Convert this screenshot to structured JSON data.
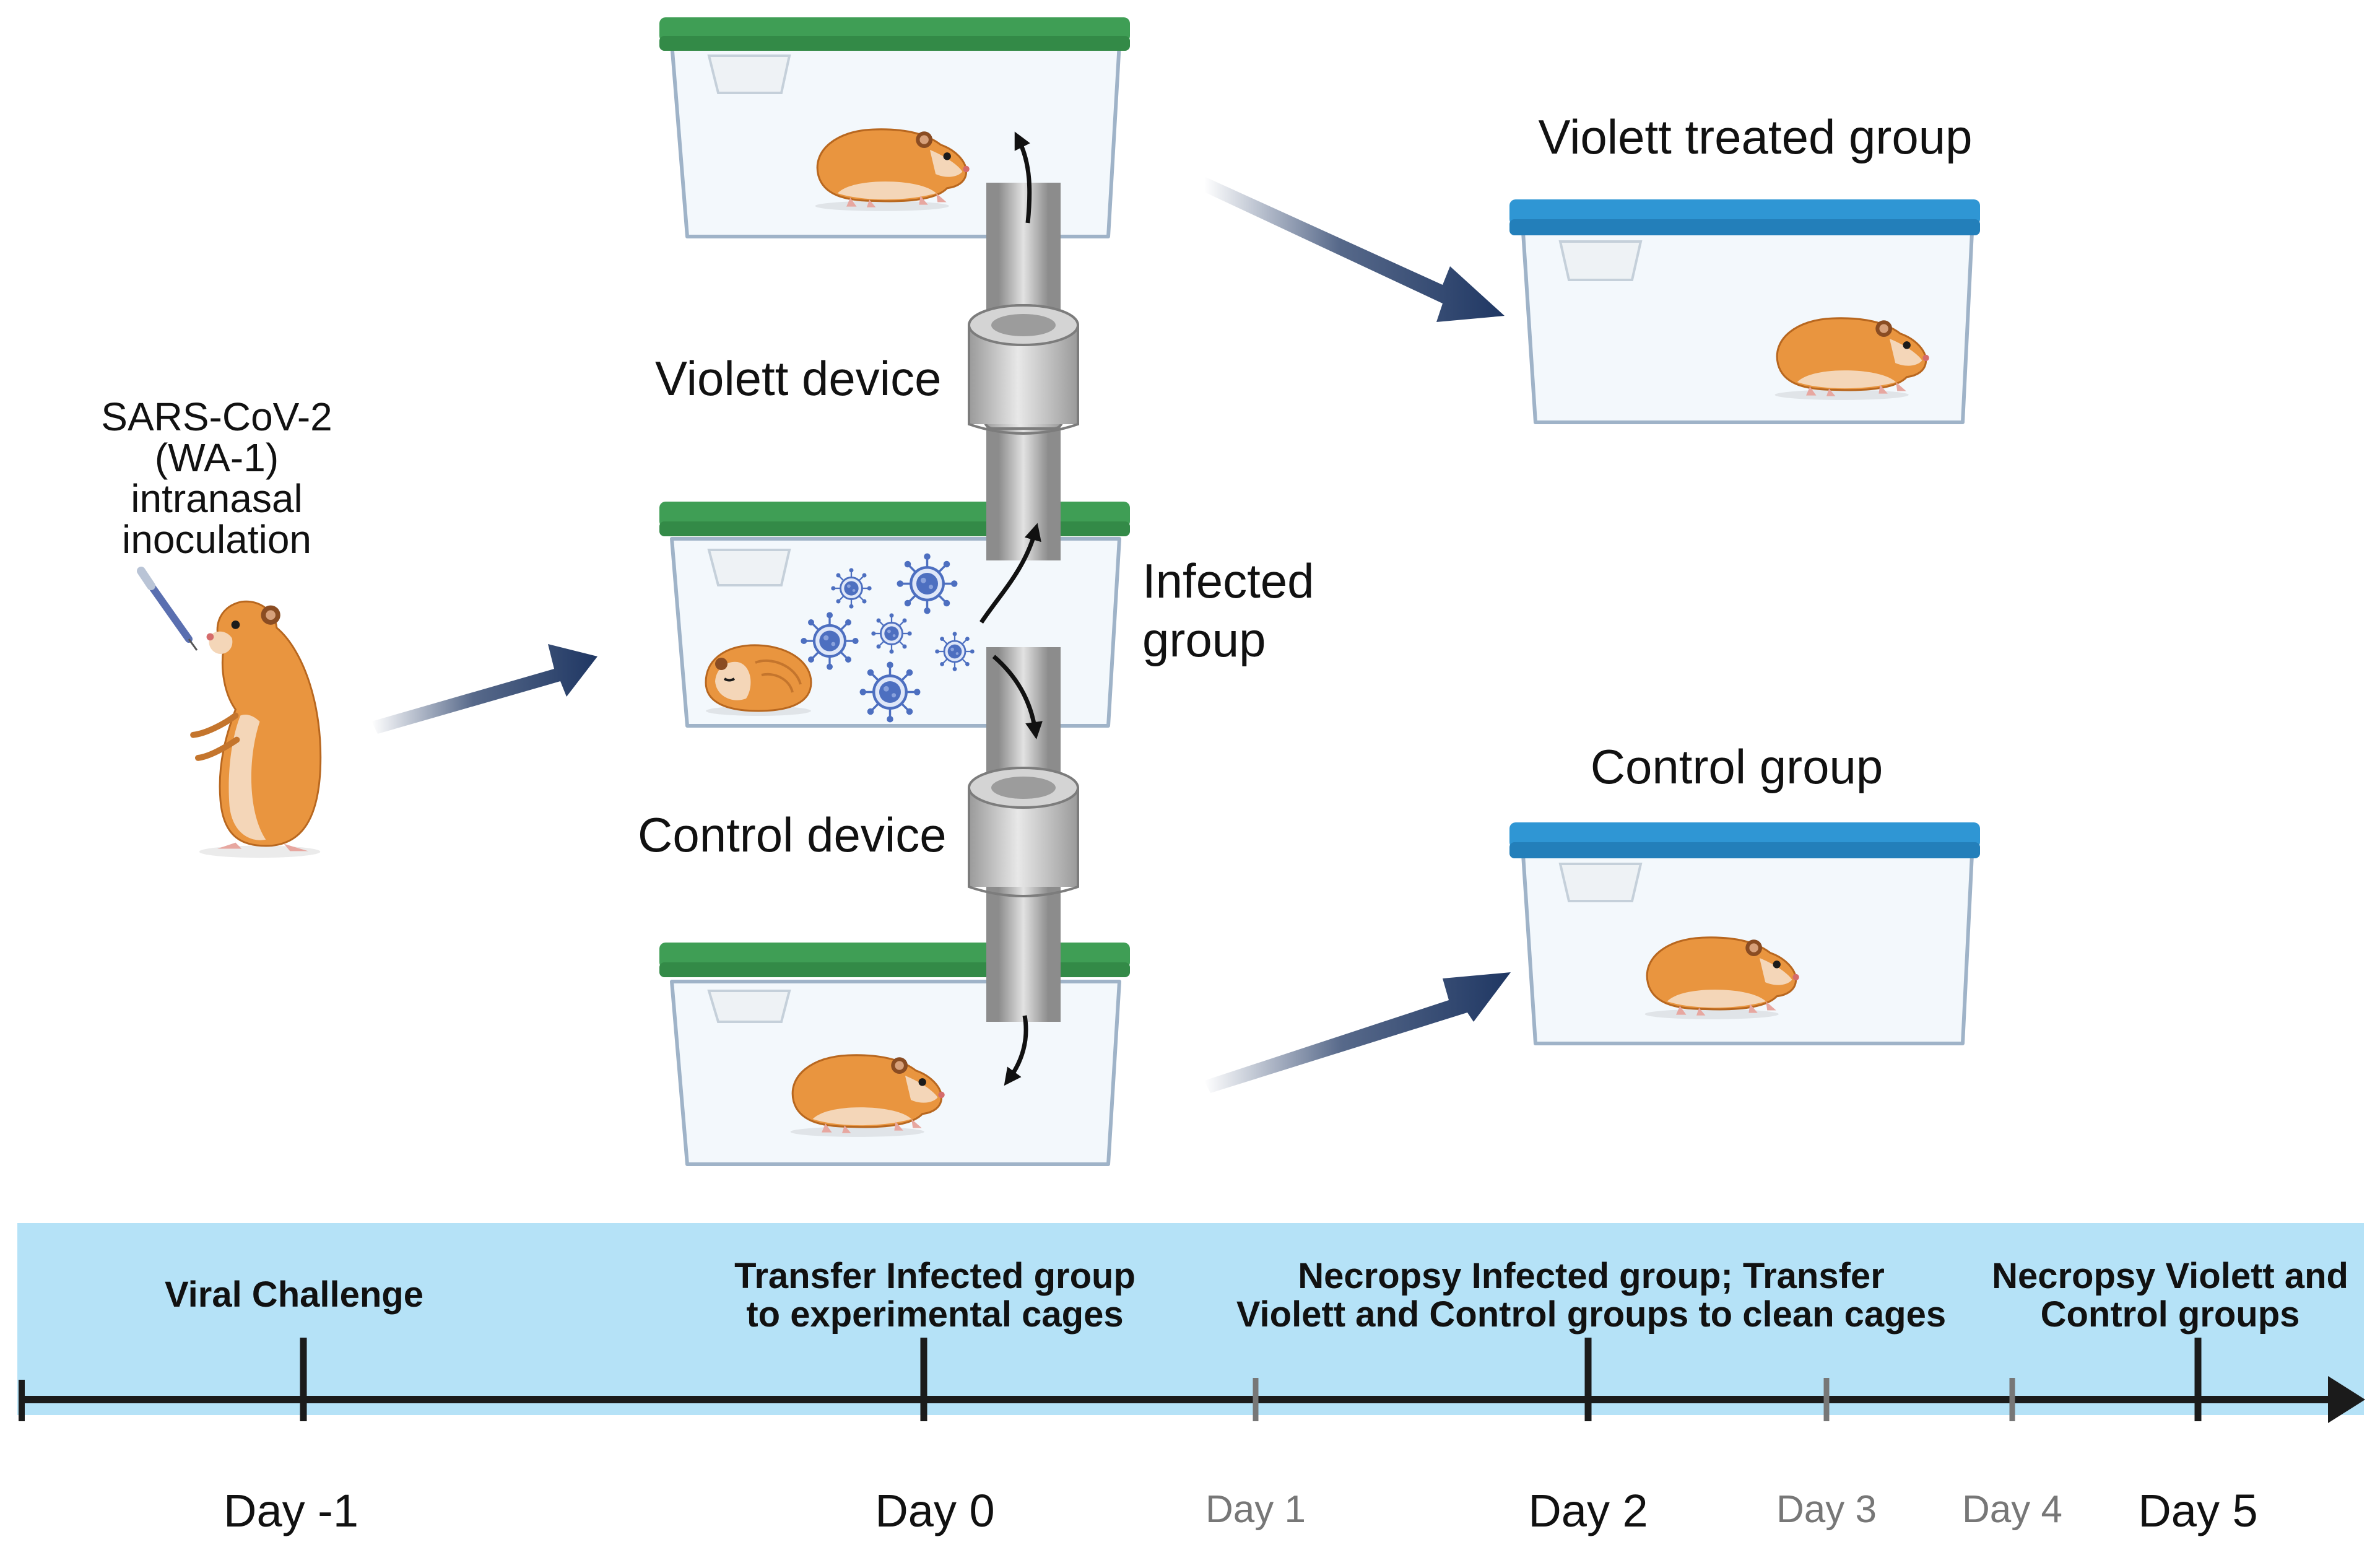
{
  "labels": {
    "inoculation": [
      "SARS-CoV-2",
      "(WA-1)",
      "intranasal",
      "inoculation"
    ],
    "violett_device": "Violett device",
    "control_device": "Control device",
    "infected_group": [
      "Infected",
      "group"
    ],
    "violett_treated_group": "Violett treated group",
    "control_group": "Control group"
  },
  "timeline": {
    "events": [
      {
        "lines": [
          "Viral Challenge"
        ]
      },
      {
        "lines": [
          "Transfer Infected group",
          "to experimental cages"
        ]
      },
      {
        "lines": [
          "Necropsy Infected group; Transfer",
          "Violett and Control groups to clean cages"
        ]
      },
      {
        "lines": [
          "Necropsy Violett and",
          "Control groups"
        ]
      }
    ],
    "days": [
      {
        "label": "Day -1",
        "major": true
      },
      {
        "label": "Day 0",
        "major": true
      },
      {
        "label": "Day 1",
        "major": false
      },
      {
        "label": "Day 2",
        "major": true
      },
      {
        "label": "Day 3",
        "major": false
      },
      {
        "label": "Day 4",
        "major": false
      },
      {
        "label": "Day 5",
        "major": true
      }
    ]
  },
  "colors": {
    "green_lid": "#3f9e55",
    "blue_lid": "#2f96d4",
    "cage_body": "#f3f8fc",
    "cage_edge": "#9fb3c8",
    "hamster": "#e9953f",
    "hamster_belly": "#f4d6b8",
    "virus": "#4d6fc0",
    "arrow_navy": "#1f3763",
    "tube": "#a9a9a9",
    "timeline_band": "#b5e2f7"
  },
  "icons": [
    "hamster-icon",
    "virus-icon",
    "syringe-icon",
    "tube-device-icon",
    "cage-icon"
  ]
}
